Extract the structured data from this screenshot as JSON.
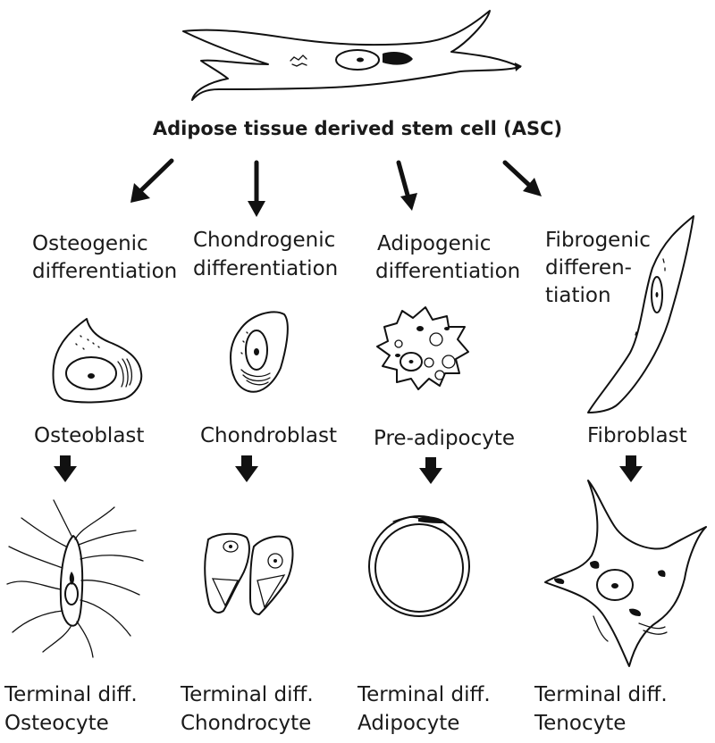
{
  "title": "Adipose tissue derived stem cell (ASC)",
  "columns": [
    {
      "pathway_line1": "Osteogenic",
      "pathway_line2": "differentiation",
      "pathway_line3": "",
      "cell": "Osteoblast",
      "terminal_label": "Terminal diff.",
      "terminal_cell": "Osteocyte"
    },
    {
      "pathway_line1": "Chondrogenic",
      "pathway_line2": "differentiation",
      "pathway_line3": "",
      "cell": "Chondroblast",
      "terminal_label": "Terminal diff.",
      "terminal_cell": "Chondrocyte"
    },
    {
      "pathway_line1": "Adipogenic",
      "pathway_line2": "differentiation",
      "pathway_line3": "",
      "cell": "Pre-adipocyte",
      "terminal_label": "Terminal diff.",
      "terminal_cell": "Adipocyte"
    },
    {
      "pathway_line1": "Fibrogenic",
      "pathway_line2": "differen-",
      "pathway_line3": "tiation",
      "cell": "Fibroblast",
      "terminal_label": "Terminal diff.",
      "terminal_cell": "Tenocyte"
    }
  ]
}
